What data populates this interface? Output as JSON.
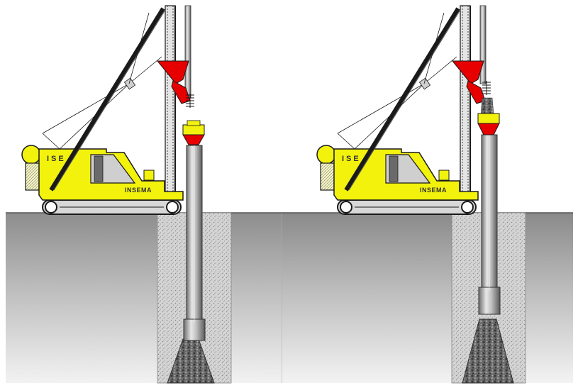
{
  "panels": [
    {
      "id": "left",
      "brand_label": "ISE",
      "name_label": "INSEMA"
    },
    {
      "id": "right",
      "brand_label": "ISE",
      "name_label": "INSEMA"
    }
  ],
  "colors": {
    "rig_body": "#f2f20d",
    "rig_outline": "#1a1a1a",
    "hopper": "#e60000",
    "ground_top": "#8d8d8d",
    "ground_bottom": "#f0f0f0",
    "concrete": "#505050",
    "sky": "#ffffff"
  },
  "icons": {
    "machine": "piling-rig-icon",
    "hopper": "concrete-hopper-icon",
    "casing": "drill-casing-icon"
  }
}
